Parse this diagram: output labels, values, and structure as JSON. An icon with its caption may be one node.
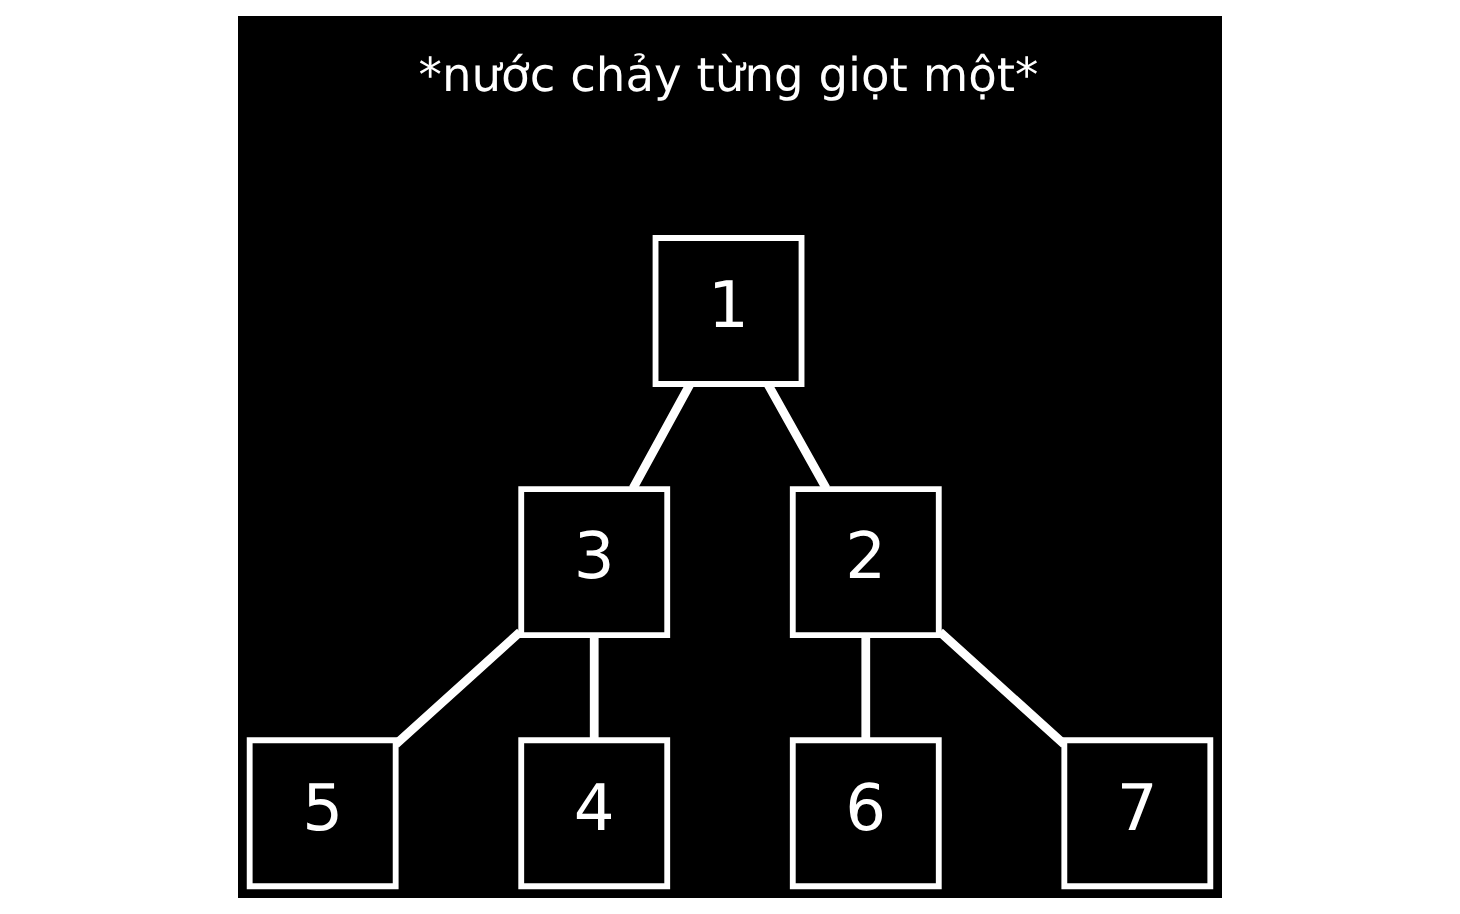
{
  "diagram": {
    "nodes": [
      {
        "text": [
          "1"
        ]
      },
      {
        "text": [
          "3"
        ]
      },
      {
        "text": [
          "2"
        ]
      },
      {
        "text": [
          "5"
        ]
      },
      {
        "text": [
          "6"
        ]
      },
      {
        "text": [
          "7"
        ]
      },
      {
        "text": [
          "4"
        ]
      }
    ],
    "edges": [
      {
        "from": 0,
        "to": 1,
        "arrow": "none"
      },
      {
        "from": 0,
        "to": 2,
        "arrow": "none"
      },
      {
        "from": 1,
        "to": 6,
        "arrow": "none"
      },
      {
        "from": 1,
        "to": 3,
        "arrow": "none"
      },
      {
        "from": 2,
        "to": 4,
        "arrow": "none"
      },
      {
        "from": 2,
        "to": 5,
        "arrow": "none"
      }
    ],
    "labels": [
      "*nước chảy từng giọt một*"
    ]
  }
}
